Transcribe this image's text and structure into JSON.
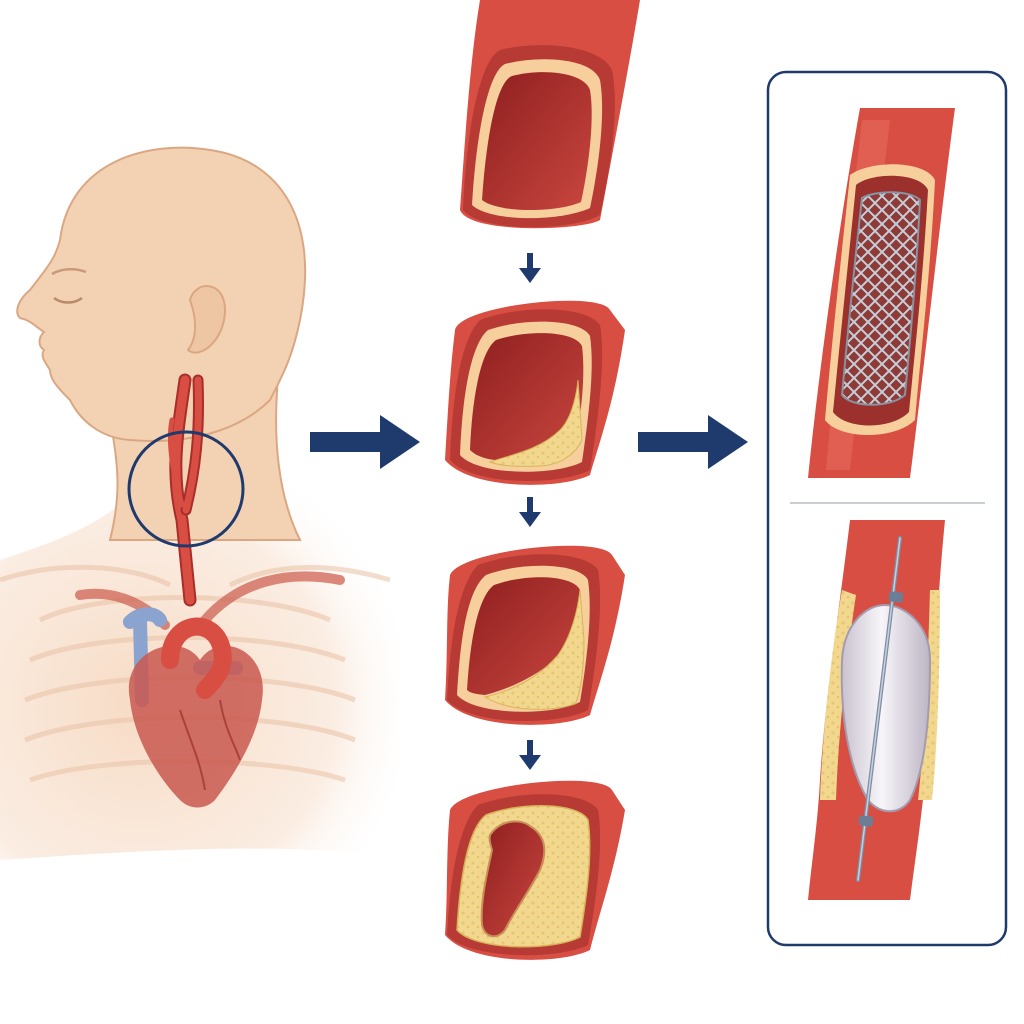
{
  "diagram": {
    "panels": [
      {
        "id": "anatomy",
        "subject": "head-neck-chest-with-carotid-artery-and-heart"
      },
      {
        "id": "progression",
        "subject": "artery-cross-sections",
        "stages": [
          {
            "stage": 1,
            "plaque_fraction": 0.0
          },
          {
            "stage": 2,
            "plaque_fraction": 0.15
          },
          {
            "stage": 3,
            "plaque_fraction": 0.4
          },
          {
            "stage": 4,
            "plaque_fraction": 0.75
          }
        ]
      },
      {
        "id": "treatments",
        "subject": "stent-and-balloon-angioplasty",
        "items": [
          "stent",
          "balloon-catheter"
        ]
      }
    ],
    "colors": {
      "skin": "#f3d2b3",
      "skin_line": "#dba783",
      "artery": "#d94e42",
      "artery_dark": "#a92d2a",
      "lumen": "#b8332f",
      "intima": "#f7cf9c",
      "plaque": "#f1d58a",
      "vein": "#8aa3cf",
      "navy": "#1f3a6d",
      "stent": "#9ba8b8",
      "balloon": "#e7e3ea"
    }
  }
}
